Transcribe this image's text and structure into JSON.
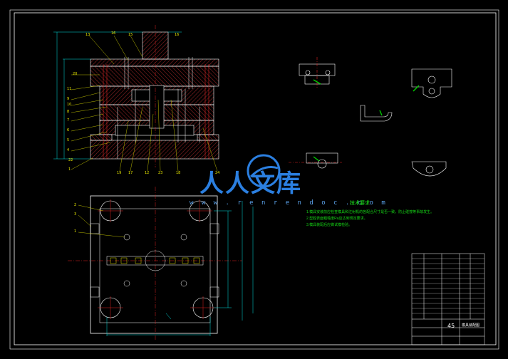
{
  "drawing": {
    "title": "Injection Mold Assembly Drawing",
    "colors": {
      "background": "#000000",
      "outline": "#ffffff",
      "hatch": "#c83232",
      "dimension": "#00e0e0",
      "leader": "#e8e800",
      "centerline": "#e02020",
      "part": "#00d000"
    }
  },
  "part_labels": {
    "top_row": [
      "13",
      "16",
      "15",
      "16"
    ],
    "left_column": [
      "20",
      "11",
      "9",
      "10",
      "8",
      "7",
      "6",
      "5",
      "4",
      "22",
      "1"
    ],
    "bottom_row": [
      "19",
      "17",
      "12",
      "23",
      "18",
      "24"
    ],
    "plan_left": [
      "2",
      "3",
      "1"
    ]
  },
  "watermark": {
    "brand": "人人文库",
    "url": "w w w . r e n r e n d o c . c o m"
  },
  "technical_notes": {
    "title": "技术要求",
    "lines": [
      "1.模具安装前应检查模具和注射机的各配合尺寸是否一致，防止碰撞等事故发生。",
      "2.型腔表面粗糙度Ra应达到规定要求。",
      "3.模具装配后应做试模检验。"
    ]
  },
  "title_block": {
    "material": "45",
    "drawing_name": "模具装配图"
  }
}
